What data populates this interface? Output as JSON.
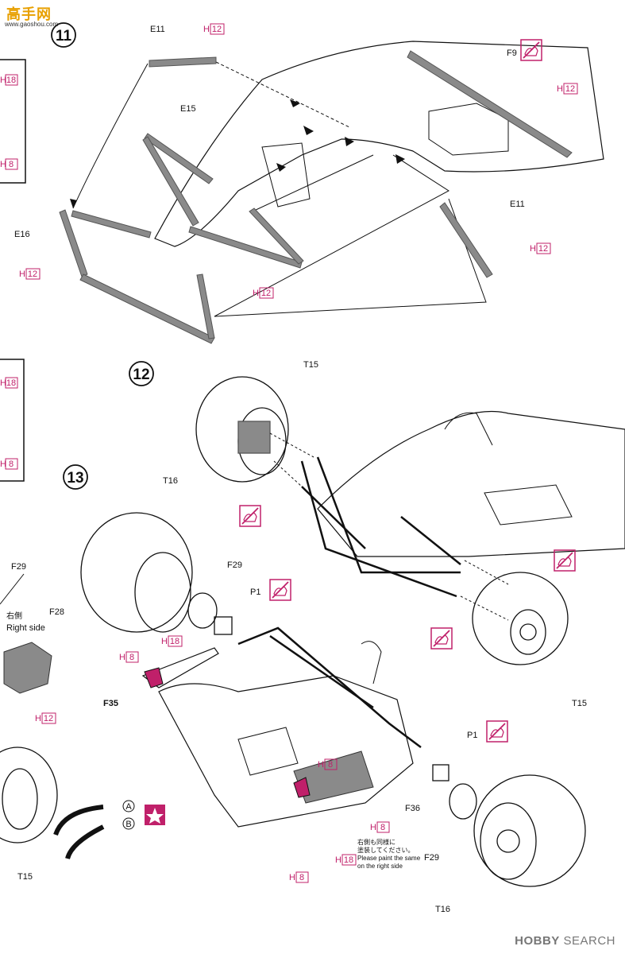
{
  "watermark_top": {
    "line1": "高手网",
    "line2": "www.gaoshou.com"
  },
  "watermark_bottom": {
    "brand": "HOBBY",
    "suffix": "SEARCH"
  },
  "steps": {
    "s11": "11",
    "s12": "12",
    "s13": "13"
  },
  "parts": {
    "E11a": "E11",
    "E11b": "E11",
    "E15": "E15",
    "E16": "E16",
    "F9": "F9",
    "T15a": "T15",
    "T15b": "T15",
    "T15c": "T15",
    "T16a": "T16",
    "T16b": "T16",
    "F29a": "F29",
    "F29b": "F29",
    "F29c": "F29",
    "F28": "F28",
    "P1a": "P1",
    "P1b": "P1",
    "F35": "F35",
    "F36": "F36"
  },
  "colors": {
    "H12a": {
      "letter": "H",
      "num": "12"
    },
    "H12b": {
      "letter": "H",
      "num": "12"
    },
    "H12c": {
      "letter": "H",
      "num": "12"
    },
    "H12d": {
      "letter": "H",
      "num": "12"
    },
    "H12e": {
      "letter": "H",
      "num": "12"
    },
    "H12f": {
      "letter": "H",
      "num": "12"
    },
    "H18a": {
      "letter": "H",
      "num": "18"
    },
    "H18b": {
      "letter": "H",
      "num": "18"
    },
    "H18c": {
      "letter": "H",
      "num": "18"
    },
    "H18d": {
      "letter": "H",
      "num": "18"
    },
    "H8a": {
      "letter": "H",
      "num": "8"
    },
    "H8b": {
      "letter": "H",
      "num": "8"
    },
    "H8c": {
      "letter": "H",
      "num": "8"
    },
    "H8d": {
      "letter": "H",
      "num": "8"
    },
    "H8e": {
      "letter": "H",
      "num": "8"
    },
    "H8f": {
      "letter": "H",
      "num": "8"
    }
  },
  "text": {
    "right_side_jp": "右側",
    "right_side_en": "Right side",
    "note_jp1": "右側も同様に",
    "note_jp2": "塗装してください。",
    "note_en1": "Please paint the same",
    "note_en2": "on the right side",
    "opt_a": "A",
    "opt_b": "B"
  },
  "palette": {
    "ink": "#111111",
    "magenta": "#c0206a",
    "part_gray": "#8a8a8a",
    "wm_orange": "#e8a000"
  }
}
